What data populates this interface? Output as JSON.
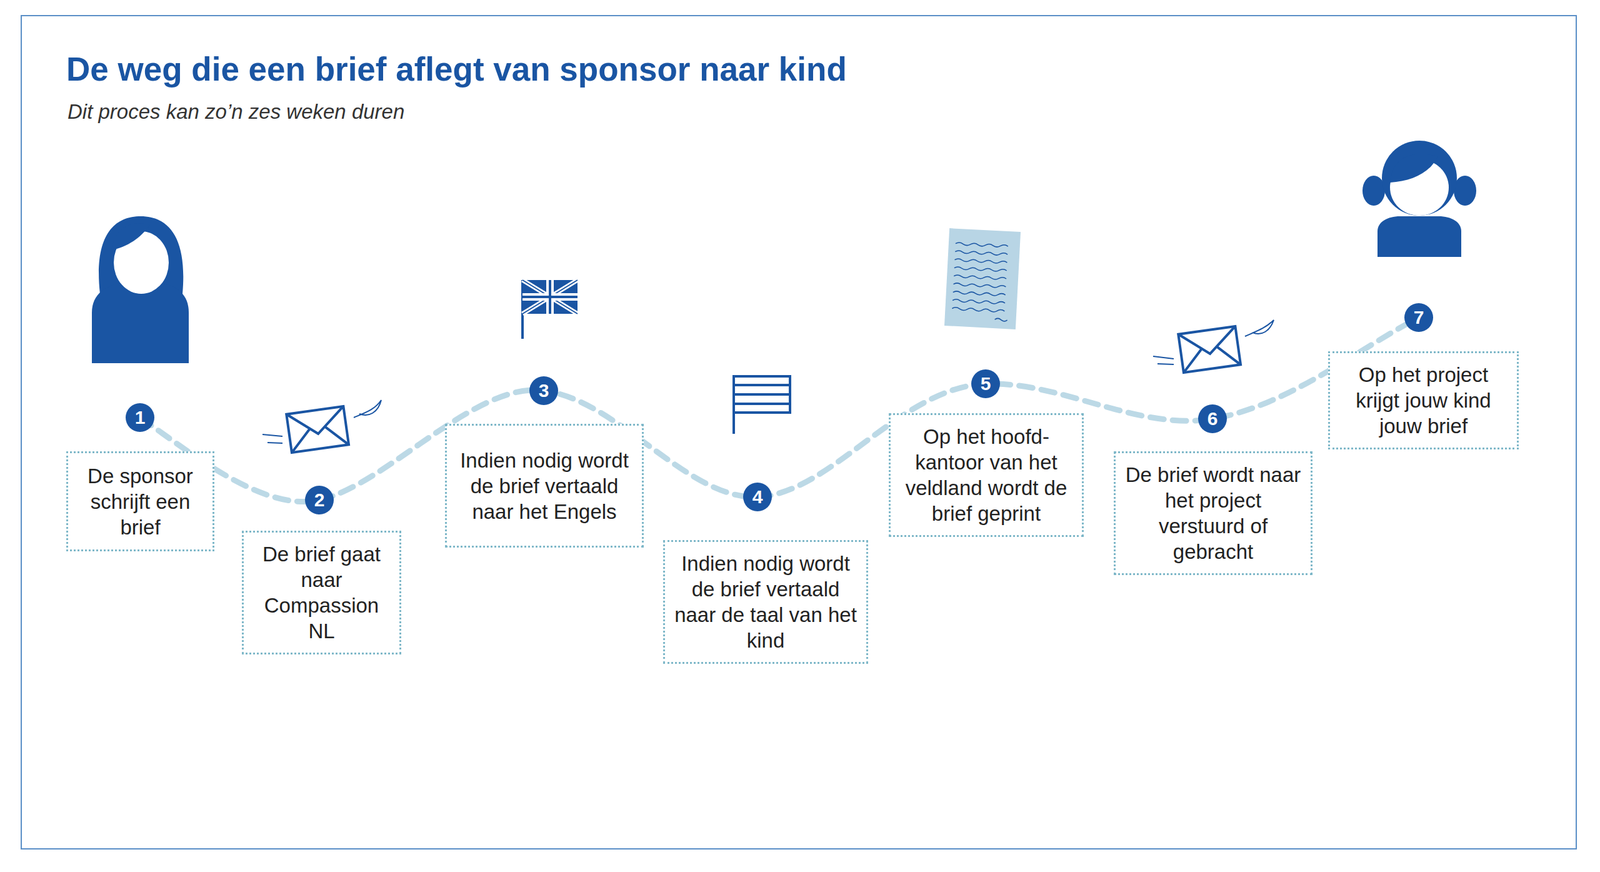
{
  "diagram": {
    "title": "De weg die een brief aflegt van sponsor naar kind",
    "caption": "Dit proces kan zo’n zes weken duren",
    "nodes": [
      {
        "text": [
          "De sponsor schrijft een brief"
        ]
      },
      {
        "text": [
          "De brief gaat naar Compassion NL"
        ]
      },
      {
        "text": [
          "Indien nodig wordt de brief vertaald naar het Engels"
        ]
      },
      {
        "text": [
          "Indien nodig wordt de brief vertaald naar de taal van het kind"
        ]
      },
      {
        "text": [
          "Op het hoofd- kantoor van het veldland wordt de brief geprint"
        ]
      },
      {
        "text": [
          "De brief wordt naar het project verstuurd of gebracht"
        ]
      },
      {
        "text": [
          "Op het project krijgt jouw kind jouw brief"
        ]
      }
    ],
    "labels": [
      "1",
      "2",
      "3",
      "4",
      "5",
      "6",
      "7"
    ]
  }
}
